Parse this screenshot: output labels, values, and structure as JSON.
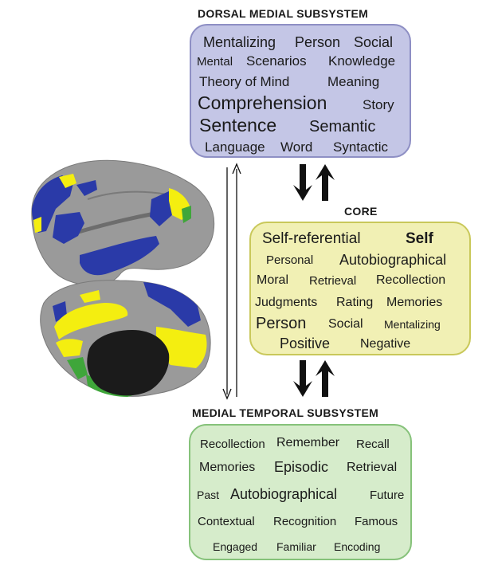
{
  "colors": {
    "dorsal_fill": "#c4c6e6",
    "dorsal_border": "#8e8fc4",
    "core_fill": "#f1f0b4",
    "core_border": "#c9c85a",
    "mts_fill": "#d6eccb",
    "mts_border": "#86c27a",
    "brain_gray": "#9a9a9a",
    "region_blue": "#2a3aa8",
    "region_yellow": "#f4ee10",
    "region_green": "#3fa63a",
    "arrow": "#111111"
  },
  "titles": {
    "dorsal": "DORSAL MEDIAL SUBSYSTEM",
    "core": "CORE",
    "mts": "MEDIAL TEMPORAL SUBSYSTEM"
  },
  "dorsal_words": [
    "Mentalizing",
    "Person",
    "Social",
    "Mental",
    "Scenarios",
    "Knowledge",
    "Theory of Mind",
    "Meaning",
    "Comprehension",
    "Story",
    "Sentence",
    "Semantic",
    "Language",
    "Word",
    "Syntactic"
  ],
  "core_words": [
    "Self-referential",
    "Self",
    "Personal",
    "Autobiographical",
    "Moral",
    "Retrieval",
    "Recollection",
    "Judgments",
    "Rating",
    "Memories",
    "Person",
    "Social",
    "Mentalizing",
    "Positive",
    "Negative"
  ],
  "mts_words": [
    "Recollection",
    "Remember",
    "Recall",
    "Memories",
    "Episodic",
    "Retrieval",
    "Past",
    "Autobiographical",
    "Future",
    "Contextual",
    "Recognition",
    "Famous",
    "Engaged",
    "Familiar",
    "Encoding"
  ],
  "brain_icons": [
    "lateral-brain-surface-icon",
    "medial-brain-surface-icon"
  ]
}
